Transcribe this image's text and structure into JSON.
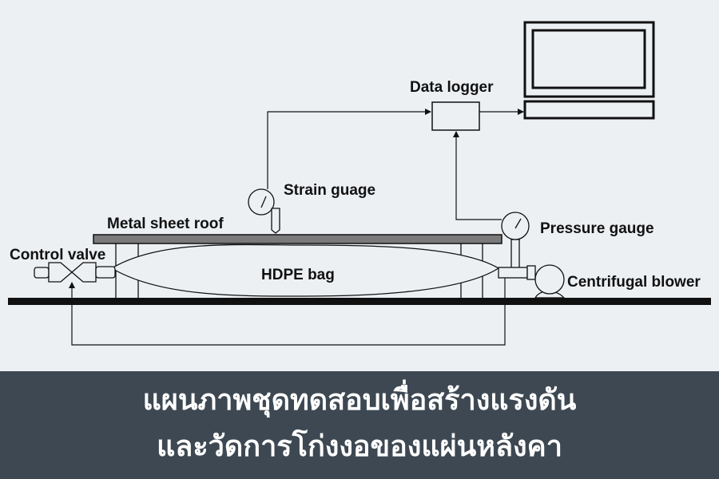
{
  "labels": {
    "data_logger": "Data logger",
    "strain_gauge": "Strain guage",
    "metal_sheet_roof": "Metal sheet roof",
    "control_valve": "Control valve",
    "hdpe_bag": "HDPE bag",
    "pressure_gauge": "Pressure gauge",
    "centrifugal_blower": "Centrifugal blower"
  },
  "caption": {
    "line1": "แผนภาพชุดทดสอบเพื่อสร้างแรงดัน",
    "line2": "และวัดการโก่งงอของแผ่นหลังคา"
  },
  "colors": {
    "background": "#edf0f3",
    "banner": "#3d4852",
    "roof": "#7a7a7a"
  }
}
